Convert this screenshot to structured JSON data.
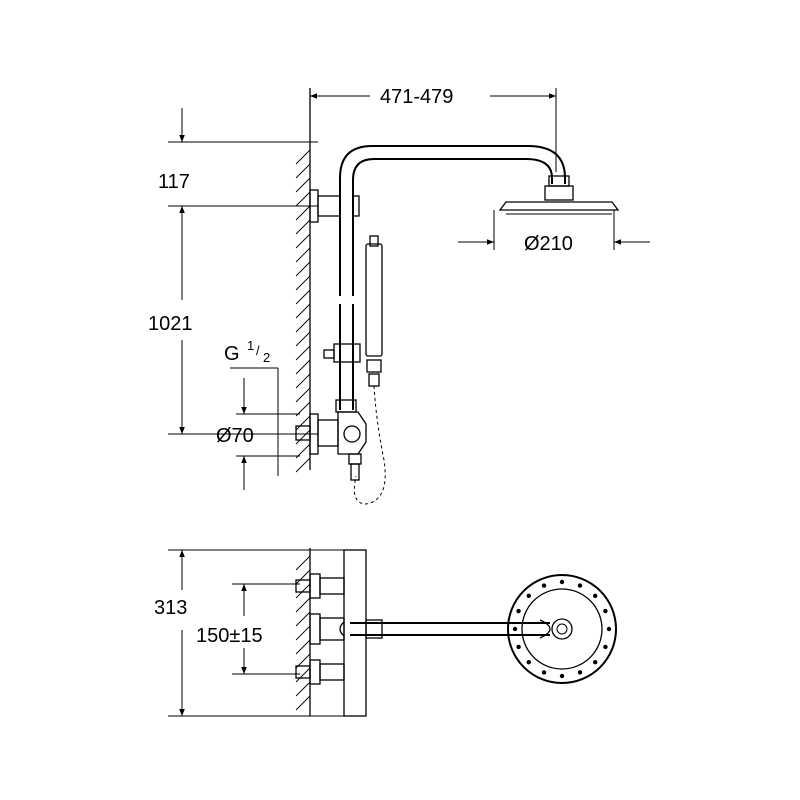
{
  "dimensions": {
    "arm_projection": "471-479",
    "top_offset": "117",
    "column_height": "1021",
    "head_diameter": "Ø210",
    "thread_main": "G",
    "thread_num": "1",
    "thread_den": "2",
    "connection_diameter": "Ø70",
    "overall_depth": "313",
    "inlet_spacing": "150±15"
  },
  "colors": {
    "line": "#000000",
    "background": "#ffffff"
  }
}
